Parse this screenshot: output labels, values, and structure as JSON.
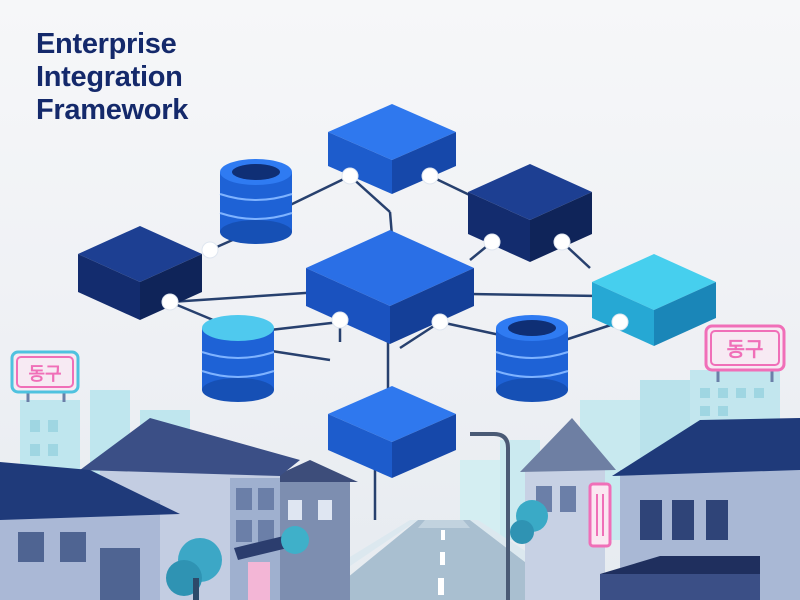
{
  "title": {
    "line1": "Enterprise",
    "line2": "Integration",
    "line3": "Framework"
  },
  "signs": {
    "left": "동구",
    "right": "동구"
  },
  "palette": {
    "navy": "#163a8c",
    "blue": "#2f6fe0",
    "cyan": "#39c6e6",
    "title": "#14296b",
    "neon_pink": "#f06fb8"
  }
}
